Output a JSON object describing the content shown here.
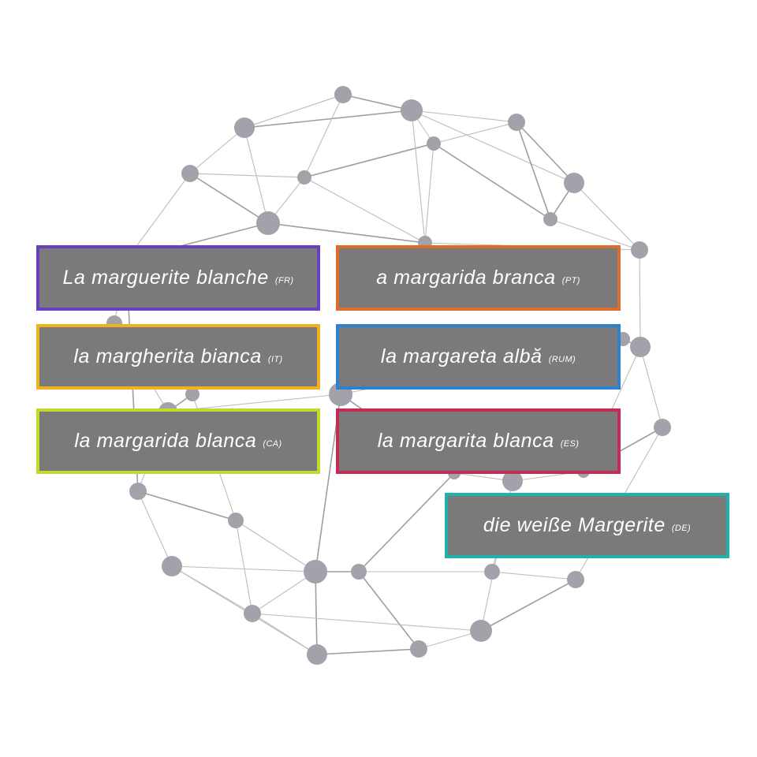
{
  "translations": [
    {
      "phrase": "La marguerite blanche",
      "code": "(FR)",
      "color": "#6a3fc0"
    },
    {
      "phrase": "a margarida branca",
      "code": "(PT)",
      "color": "#de6d2a"
    },
    {
      "phrase": "la margherita bianca",
      "code": "(IT)",
      "color": "#f2b21e"
    },
    {
      "phrase": "la margareta albă",
      "code": "(RUM)",
      "color": "#2d82cf"
    },
    {
      "phrase": "la margarida blanca",
      "code": "(CA)",
      "color": "#c5d82c"
    },
    {
      "phrase": "la margarita blanca",
      "code": "(ES)",
      "color": "#c72a54"
    },
    {
      "phrase": "die weiße Margerite",
      "code": "(DE)",
      "color": "#1fb2ad"
    }
  ],
  "style": {
    "node_color": "#a3a2aa",
    "edge_color": "#bdbdbd",
    "box_fill": "#7a7a7a",
    "text_color": "#ffffff"
  }
}
